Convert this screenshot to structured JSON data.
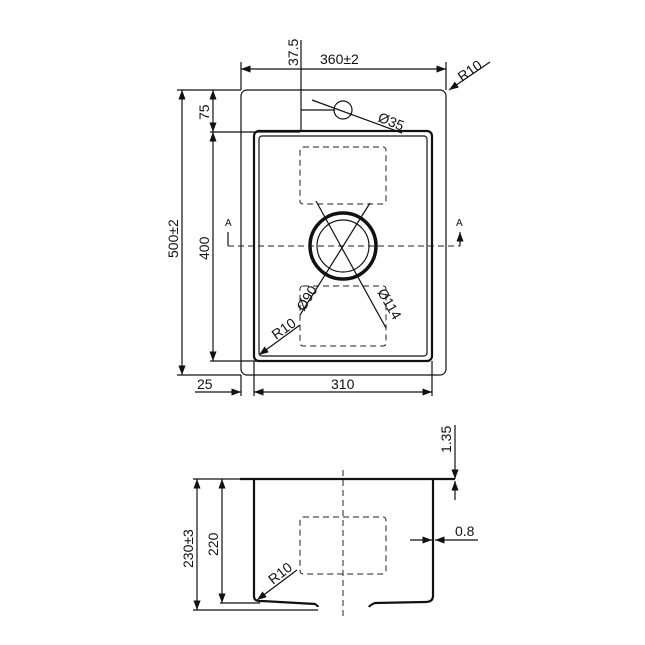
{
  "top_view": {
    "width_overall": "360±2",
    "tap_offset": "37.5",
    "corner_radius_outer": "R10",
    "tap_hole": "Ø35",
    "length_overall": "500±2",
    "bowl_offset_top": "75",
    "bowl_length": "400",
    "section_mark_left": "A",
    "section_mark_right": "A",
    "drain_inner": "Ø90",
    "drain_outer": "Ø114",
    "corner_radius_inner": "R10",
    "side_offset": "25",
    "bowl_width": "310"
  },
  "side_view": {
    "rim_thickness": "1.35",
    "total_depth": "230±3",
    "bowl_depth": "220",
    "corner_radius": "R10",
    "wall_thickness": "0.8"
  },
  "colors": {
    "line": "#111111",
    "background": "#ffffff"
  }
}
